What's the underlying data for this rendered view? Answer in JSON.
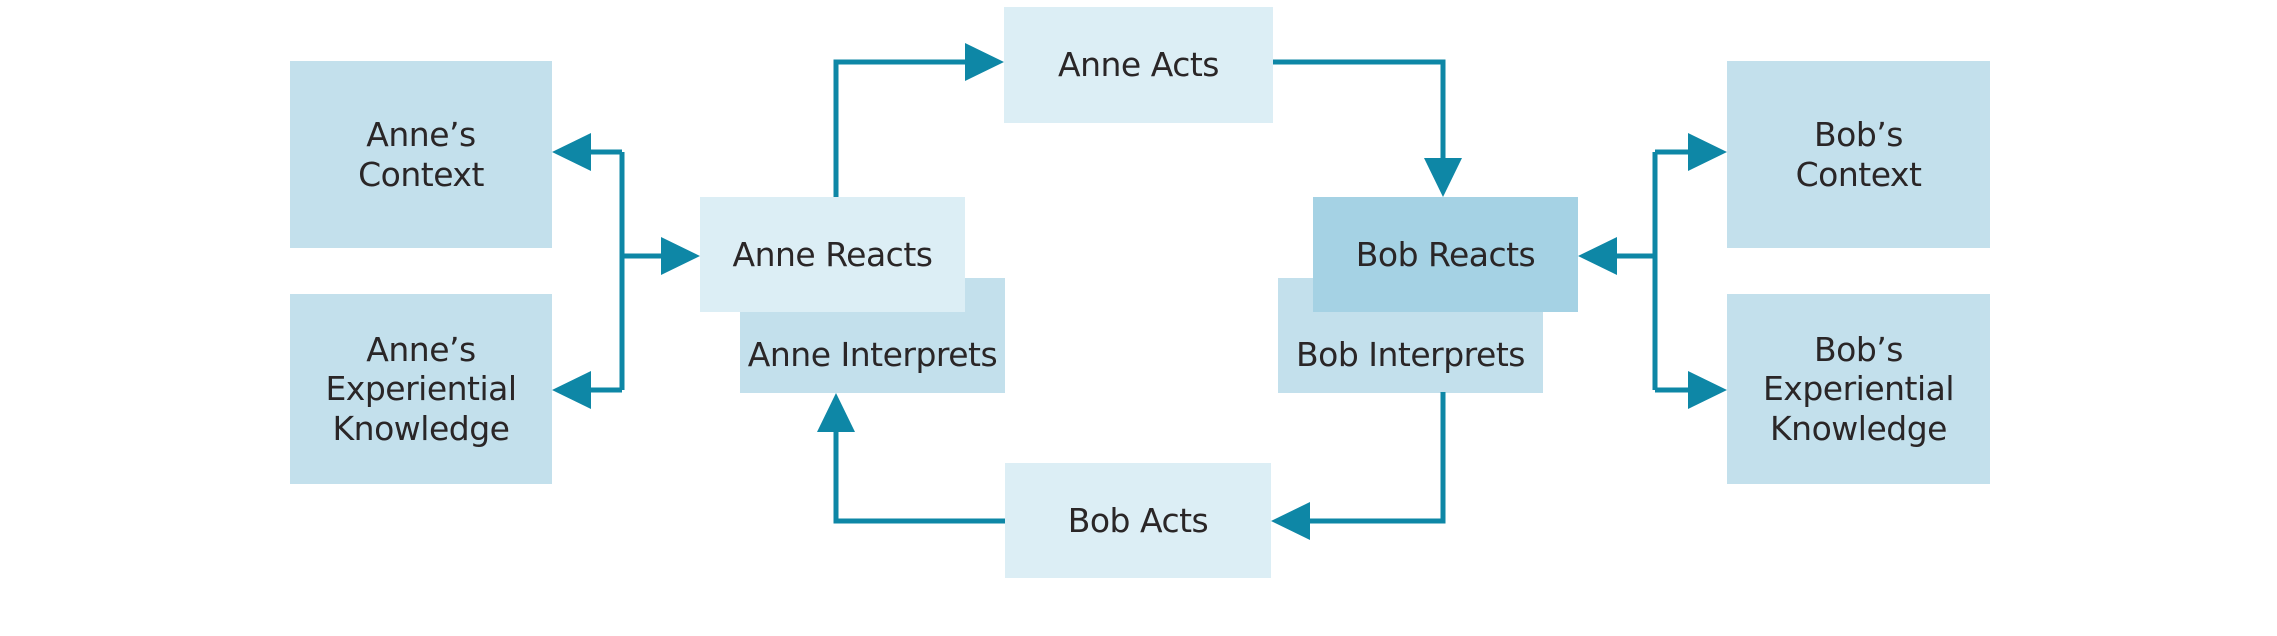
{
  "title": "Anne and Bob communication cycle diagram",
  "colors": {
    "background": "#ffffff",
    "arrow": "#0e87a6",
    "box_light": "#dceef5",
    "box_medium": "#c3e0ec",
    "box_dark": "#a5d2e4",
    "text": "#2a2627"
  },
  "boxes": {
    "anne_context": "Anne’s\nContext",
    "anne_experiential_knowledge": "Anne’s\nExperiential\nKnowledge",
    "anne_reacts": "Anne Reacts",
    "anne_interprets": "Anne Interprets",
    "anne_acts": "Anne Acts",
    "bob_reacts": "Bob Reacts",
    "bob_interprets": "Bob Interprets",
    "bob_acts": "Bob Acts",
    "bob_context": "Bob’s\nContext",
    "bob_experiential_knowledge": "Bob’s\nExperiential\nKnowledge"
  }
}
